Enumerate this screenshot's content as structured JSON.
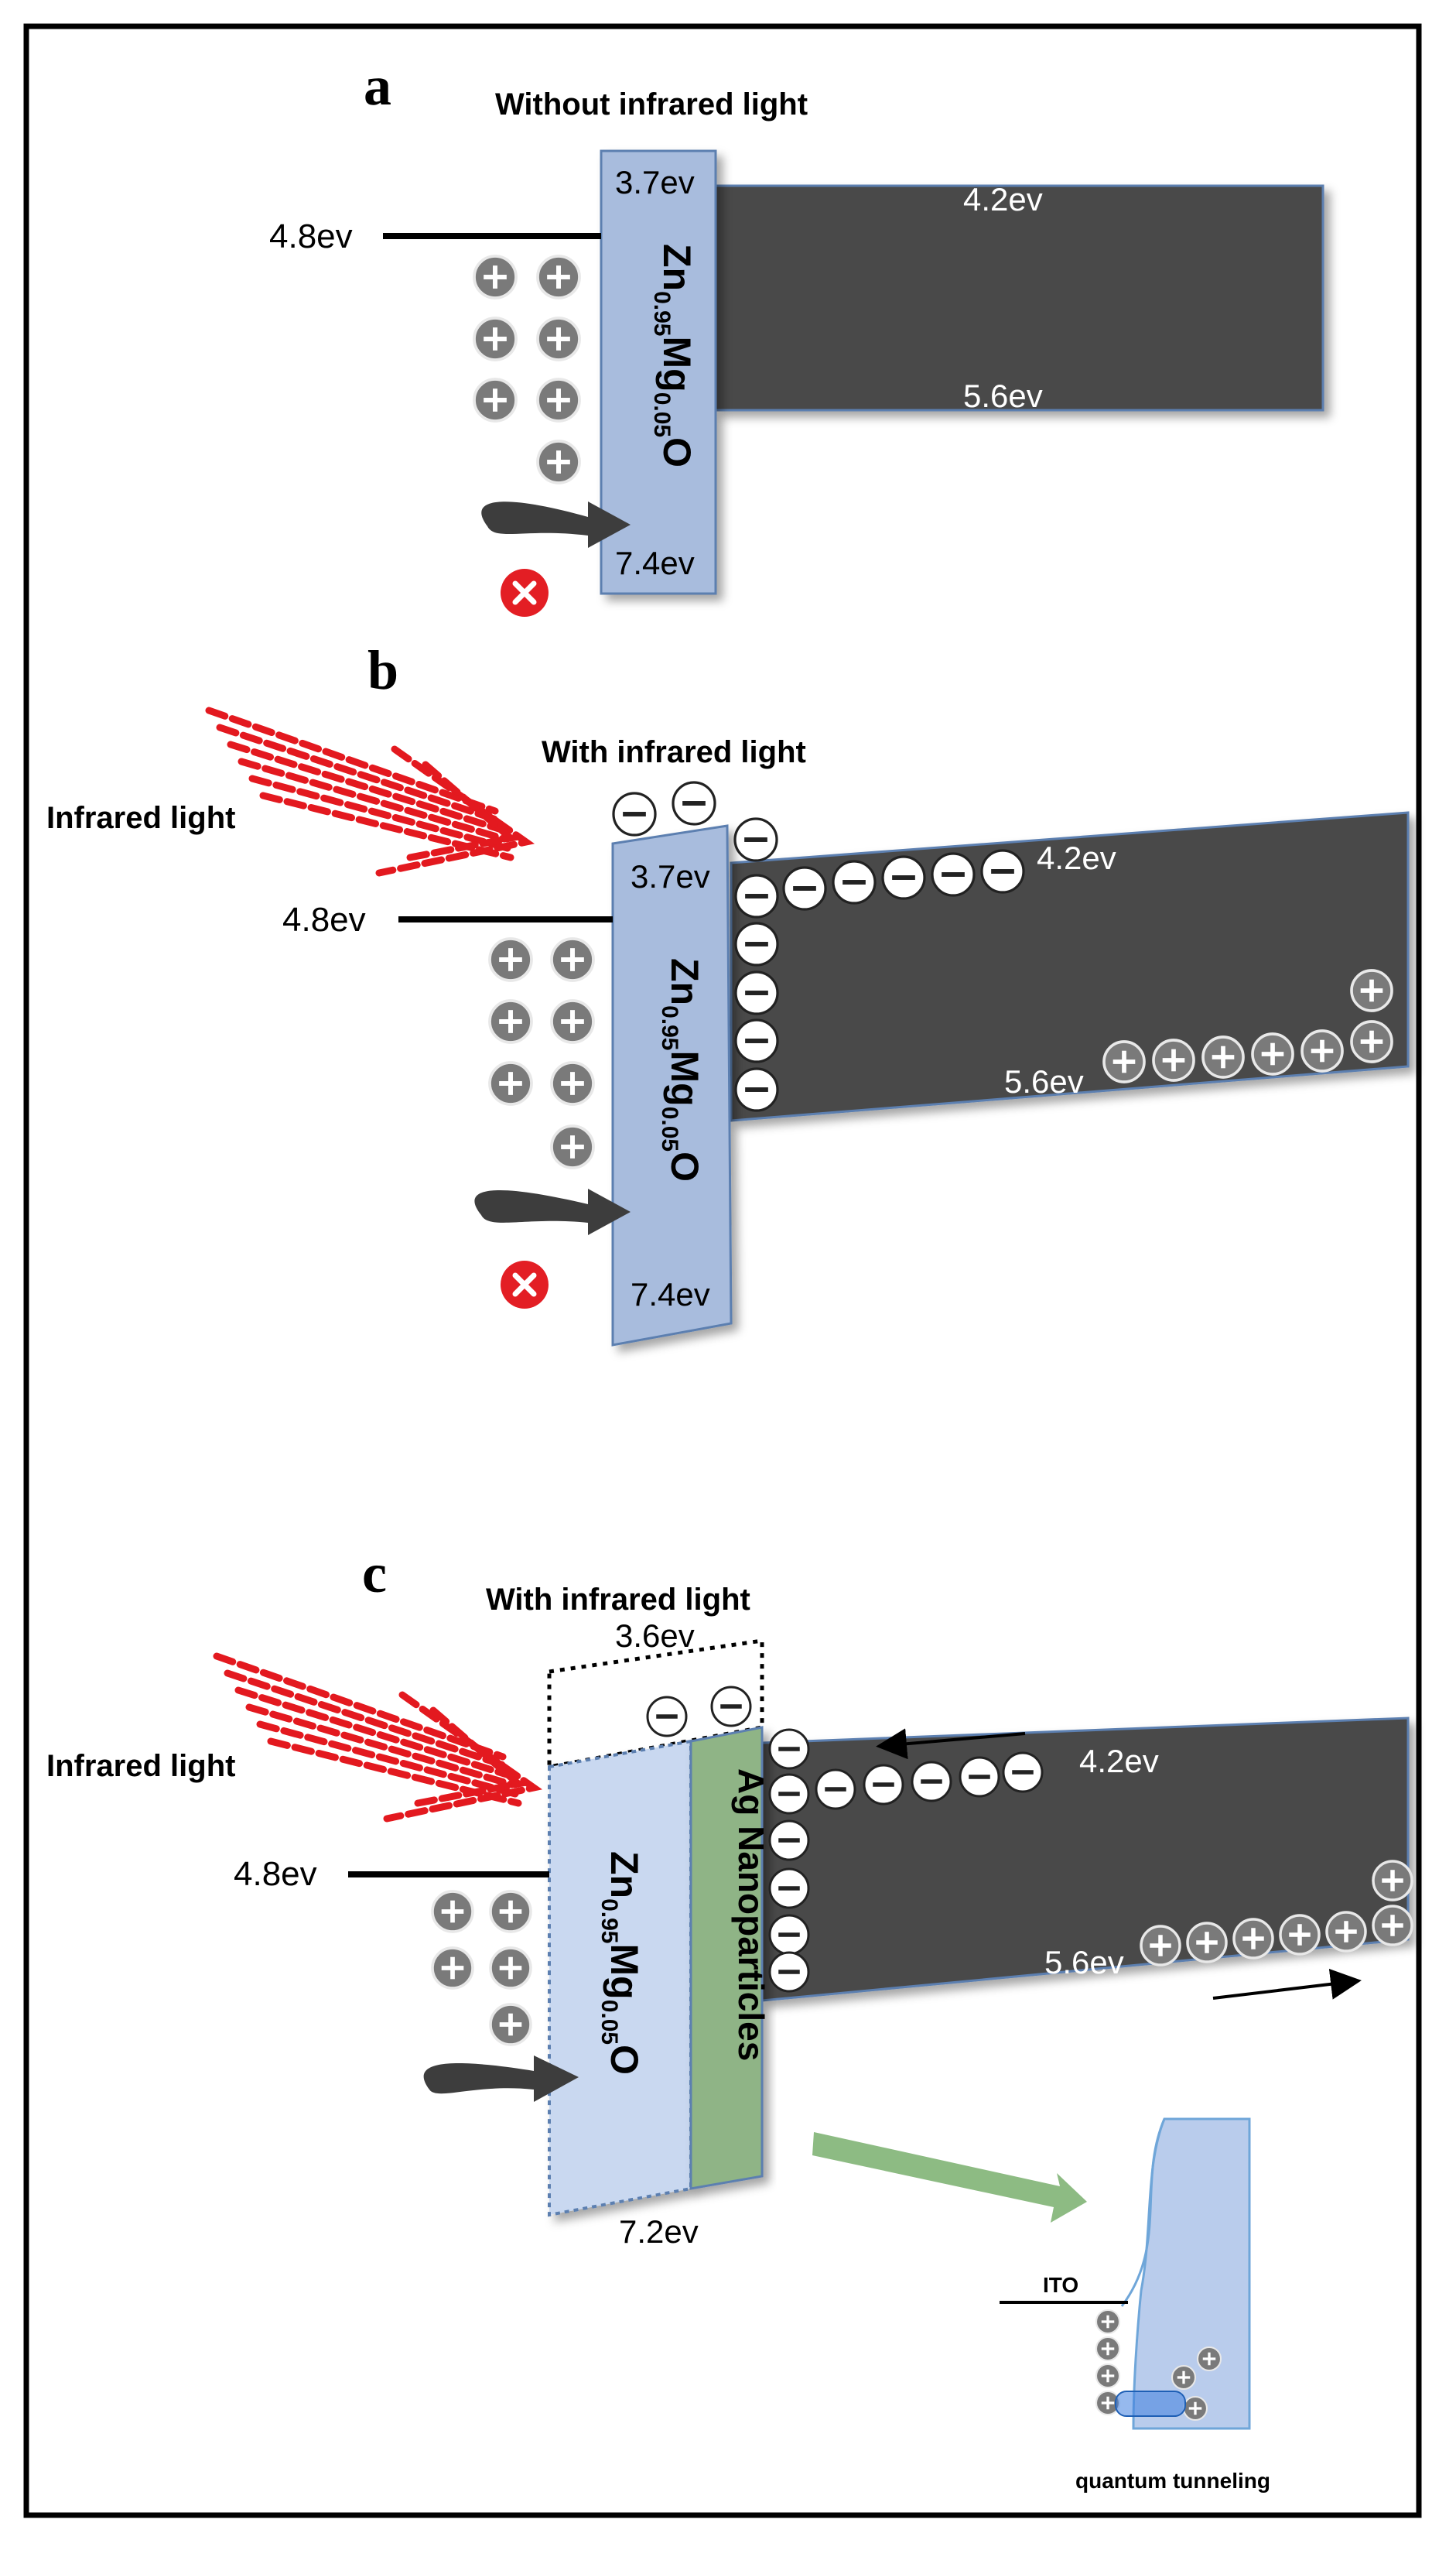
{
  "panels": {
    "a": {
      "letter": "a",
      "title": "Without infrared light",
      "metal_level": "4.8ev",
      "zmo_top": "3.7ev",
      "zmo_bottom": "7.4ev",
      "sc_top": "4.2ev",
      "sc_bottom": "5.6ev",
      "zmo_label": {
        "base1": "Zn",
        "sub1": "0.95",
        "base2": "Mg",
        "sub2": "0.05",
        "base3": "O"
      }
    },
    "b": {
      "letter": "b",
      "title": "With infrared light",
      "light_label": "Infrared light",
      "metal_level": "4.8ev",
      "zmo_top": "3.7ev",
      "zmo_bottom": "7.4ev",
      "sc_top": "4.2ev",
      "sc_bottom": "5.6ev",
      "zmo_label": {
        "base1": "Zn",
        "sub1": "0.95",
        "base2": "Mg",
        "sub2": "0.05",
        "base3": "O"
      }
    },
    "c": {
      "letter": "c",
      "title": "With infrared light",
      "light_label": "Infrared light",
      "zmo_top": "3.6ev",
      "metal_level": "4.8ev",
      "zmo_bottom": "7.2ev",
      "sc_top": "4.2ev",
      "sc_bottom": "5.6ev",
      "ag_label": "Ag Nanoparticles",
      "zmo_label": {
        "base1": "Zn",
        "sub1": "0.95",
        "base2": "Mg",
        "sub2": "0.05",
        "base3": "O"
      },
      "inset_ito": "ITO",
      "inset_caption": "quantum tunneling"
    }
  },
  "symbols": {
    "plus": "+",
    "minus": "−"
  },
  "colors": {
    "dark_band": "#4a4a4a",
    "zmo_fill": "#a8bcdd",
    "zmo_fill_light": "#c9d8f0",
    "ag_fill": "#8fb486",
    "arrow_red": "#e3191f",
    "arrow_green": "#8dbb83",
    "cross_red": "#e31e24",
    "hole_fill": "#7a7a7a"
  },
  "icons": [
    "plus-charge-icon",
    "minus-charge-icon",
    "blocked-cross-icon",
    "infrared-arrow-icon",
    "curved-arrow-icon"
  ]
}
